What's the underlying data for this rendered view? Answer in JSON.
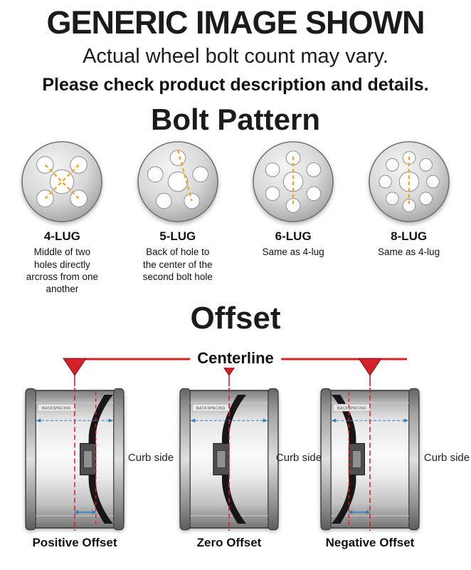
{
  "header": {
    "title": "GENERIC IMAGE SHOWN",
    "subtitle": "Actual wheel bolt count may vary.",
    "note": "Please check product description and details."
  },
  "bolt_pattern": {
    "heading": "Bolt Pattern",
    "items": [
      {
        "label": "4-LUG",
        "lugs": 4,
        "description": "Middle of two holes directly arcross from one another"
      },
      {
        "label": "5-LUG",
        "lugs": 5,
        "description": "Back of hole to the center of the second bolt hole"
      },
      {
        "label": "6-LUG",
        "lugs": 6,
        "description": "Same as 4-lug"
      },
      {
        "label": "8-LUG",
        "lugs": 8,
        "description": "Same as 4-lug"
      }
    ]
  },
  "offset": {
    "heading": "Offset",
    "centerline_label": "Centerline",
    "curb_side_label": "Curb side",
    "wheels": [
      {
        "label": "Positive Offset",
        "type": "positive",
        "measure_label": "BACKSPACING"
      },
      {
        "label": "Zero Offset",
        "type": "zero",
        "measure_label": "BACKSPACING"
      },
      {
        "label": "Negative Offset",
        "type": "negative",
        "measure_label": "BACKSPACING"
      }
    ]
  },
  "colors": {
    "accent_red": "#d42027",
    "accent_orange": "#f5a623",
    "accent_blue": "#2e7fc1"
  }
}
